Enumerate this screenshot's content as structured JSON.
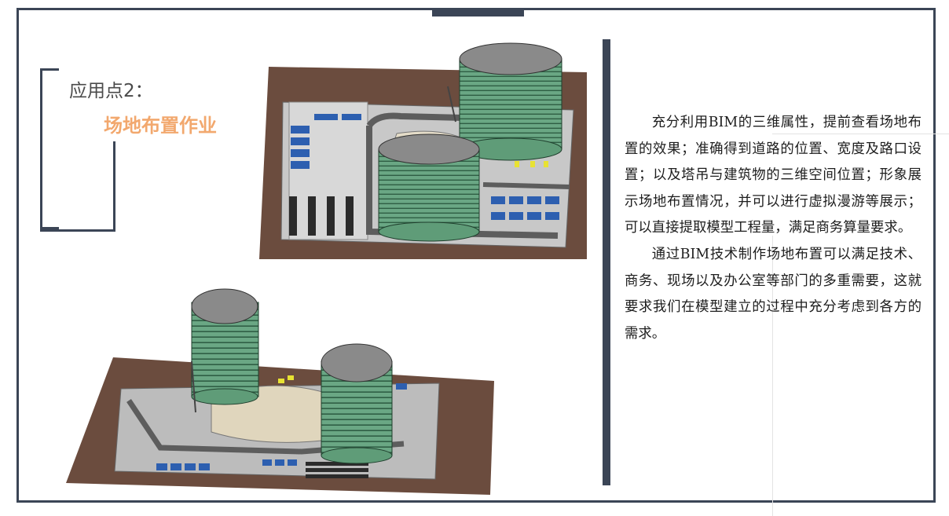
{
  "application": {
    "point_label": "应用点2：",
    "point_title": "场地布置作业"
  },
  "description": {
    "paragraph_1": "充分利用BIM的三维属性，提前查看场地布置的效果；准确得到道路的位置、宽度及路口设置；以及塔吊与建筑物的三维空间位置；形象展示场地布置情况，并可以进行虚拟漫游等展示；可以直接提取模型工程量，满足商务算量要求。",
    "paragraph_2": "通过BIM技术制作场地布置可以满足技术、商务、现场以及办公室等部门的多重需要，这就要求我们在模型建立的过程中充分考虑到各方的需求。"
  },
  "colors": {
    "frame": "#3b4556",
    "title_accent": "#f2a86e",
    "ground": "#6b4c3e",
    "tower_green": "#5f9c78",
    "yard_gray": "#b9b9b9"
  },
  "images": [
    {
      "name": "site-model-top-view"
    },
    {
      "name": "site-model-perspective-view"
    }
  ]
}
